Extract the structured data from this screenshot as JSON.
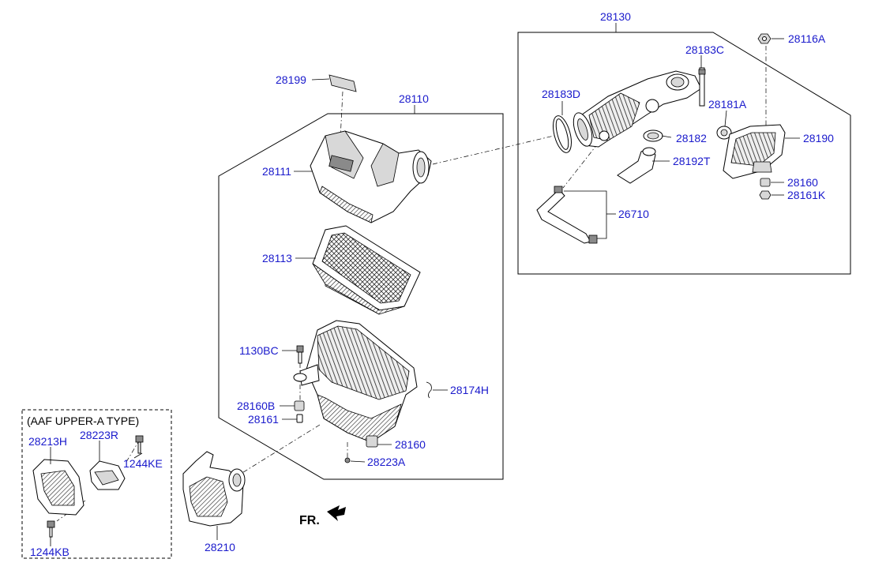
{
  "labels": {
    "p28130": "28130",
    "p28116A": "28116A",
    "p28183C": "28183C",
    "p28199": "28199",
    "p28110": "28110",
    "p28183D": "28183D",
    "p28181A": "28181A",
    "p28182": "28182",
    "p28190": "28190",
    "p28192T": "28192T",
    "p28111": "28111",
    "p28160_top": "28160",
    "p28161K": "28161K",
    "p26710": "26710",
    "p28113": "28113",
    "p1130BC": "1130BC",
    "p28174H": "28174H",
    "p28160B": "28160B",
    "p28161": "28161",
    "p28160_bottom": "28160",
    "p28223A": "28223A",
    "aaf_title": "(AAF UPPER-A TYPE)",
    "p28213H": "28213H",
    "p28223R": "28223R",
    "p1244KE": "1244KE",
    "p1244KB": "1244KB",
    "p28210": "28210",
    "fr": "FR."
  }
}
